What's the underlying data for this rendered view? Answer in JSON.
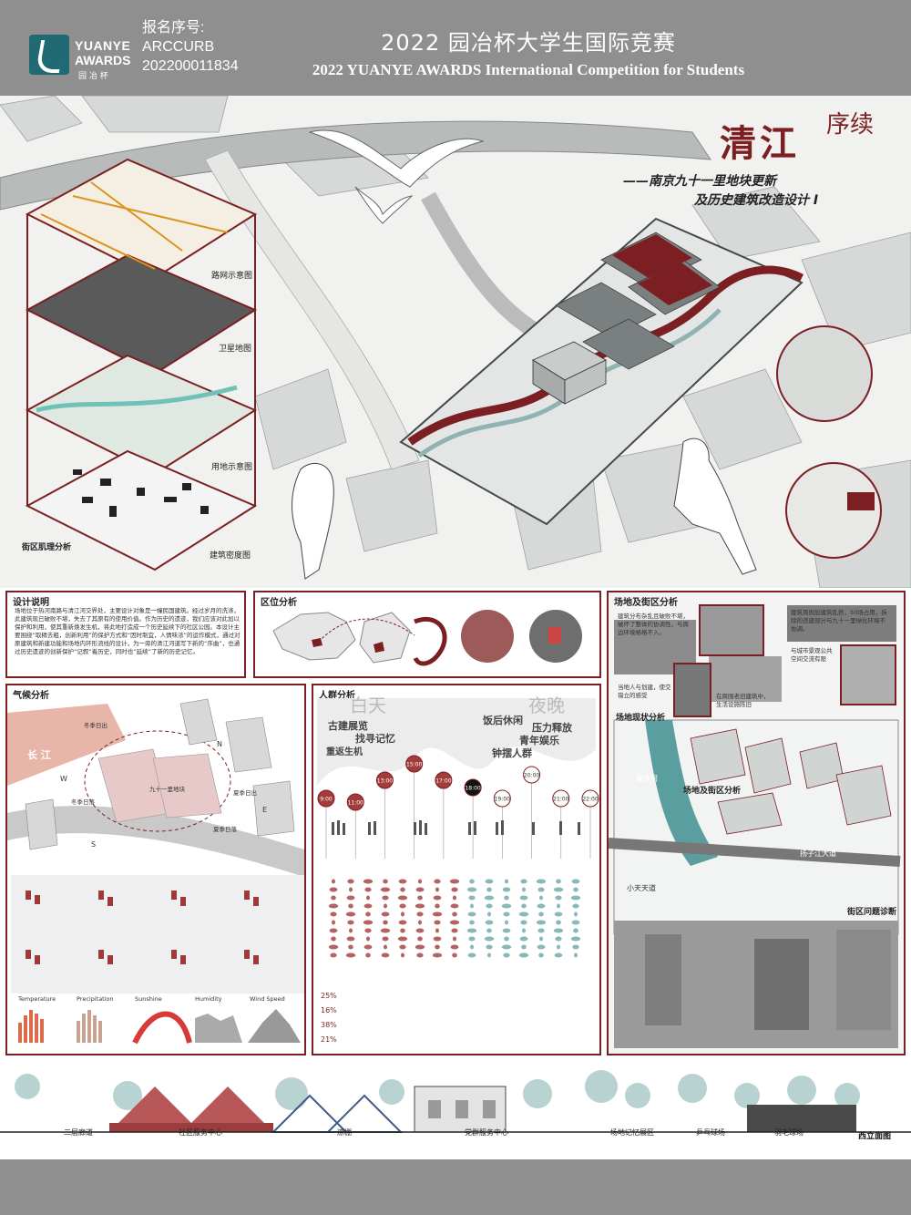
{
  "header": {
    "logo_line1": "YUANYE",
    "logo_line2": "AWARDS",
    "logo_line3": "园 冶 杯",
    "reg_label": "报名序号:",
    "reg_code1": "ARCCURB",
    "reg_code2": "202200011834",
    "title_cn": "2022 园冶杯大学生国际竞赛",
    "title_en": "2022 YUANYE AWARDS International Competition for  Students"
  },
  "project": {
    "title_main": "清江",
    "title_side": "序续",
    "subtitle1": "——南京九十一里地块更新",
    "subtitle2": "及历史建筑改造设计 I"
  },
  "hero_layers": {
    "road": "路网示意图",
    "satellite": "卫星地图",
    "landuse": "用地示意图",
    "texture": "街区肌理分析",
    "building": "建筑密度图"
  },
  "panels": {
    "design": {
      "title": "设计说明",
      "text": "场地位于热河南路与清江河交界处，主要设计对象是一幢民国建筑。经过岁月的洗涤，此建筑现已破败不堪，失去了其原有的使用价值。作为历史的遗迹，我们应该对此加以保护和利用，使其重新焕发生机，将此地打造成一个历史延续下的社区公园。本设计主要围绕“取精去粗，创新利用”的保护方式和“因时制宜，人情味浓”的运作模式，通过对原建筑和新建功能和场地内环形流线的设计，为一旁的清江河道写下新的“序曲”，也通过历史遗迹的创新保护“记叙”着历史，同时也“延续”了新的历史记忆。"
    },
    "location": {
      "title": "区位分析"
    },
    "site": {
      "title": "场地及街区分析",
      "current": "场地现状分析",
      "street": "场地及街区分析",
      "problem": "街区问题诊断",
      "road1": "扬子江大道",
      "road2": "小天天道",
      "river": "秦淮河",
      "note1": "建筑分布杂乱且破败不堪，破坏了整体的协调性，与周边环境格格不入。",
      "note2": "建筑周围加建筑乱搭，50场占用，拆除的违建部分与九十一里绿化环境不协调。",
      "note3": "与城市景观公共空间交流有限",
      "note4": "在周围老旧建筑中，生活设施陈旧",
      "note5": "当地人与划建，使交错立的感受"
    },
    "climate": {
      "title": "气候分析",
      "river": "长 江",
      "site": "九十一里地块",
      "winter_rise": "冬季日出",
      "winter_set": "冬季日落",
      "summer_rise": "夏季日出",
      "summer_set": "夏季日落",
      "n": "N",
      "s": "S",
      "e": "E",
      "w": "W",
      "chart1": "Temperature",
      "chart2": "Precipitation",
      "chart3": "Sunshine",
      "chart4": "Humidity",
      "chart5": "Wind Speed"
    },
    "crowd": {
      "title": "人群分析",
      "day": "白天",
      "night": "夜晚",
      "words1": "古建展览",
      "words2": "找寻记忆",
      "words3": "重返生机",
      "words4": "饭后休闲",
      "words5": "压力释放",
      "words6": "青年娱乐",
      "words7": "钟摆人群",
      "times": [
        "9:00",
        "11:00",
        "13:00",
        "15:00",
        "17:00",
        "18:00",
        "19:00",
        "20:00",
        "21:00",
        "22:00"
      ],
      "pct1": "25%",
      "pct2": "16%",
      "pct3": "38%",
      "pct4": "21%"
    }
  },
  "elevation": {
    "labels": [
      "二层廊道",
      "社区服务中心",
      "凉棚",
      "党群服务中心",
      "场地记忆展区",
      "乒乓球场",
      "羽毛球场"
    ],
    "title": "西立面图"
  },
  "colors": {
    "accent": "#7c1f22",
    "teal": "#5b9ea0",
    "header_gray": "#8f8f8f"
  }
}
